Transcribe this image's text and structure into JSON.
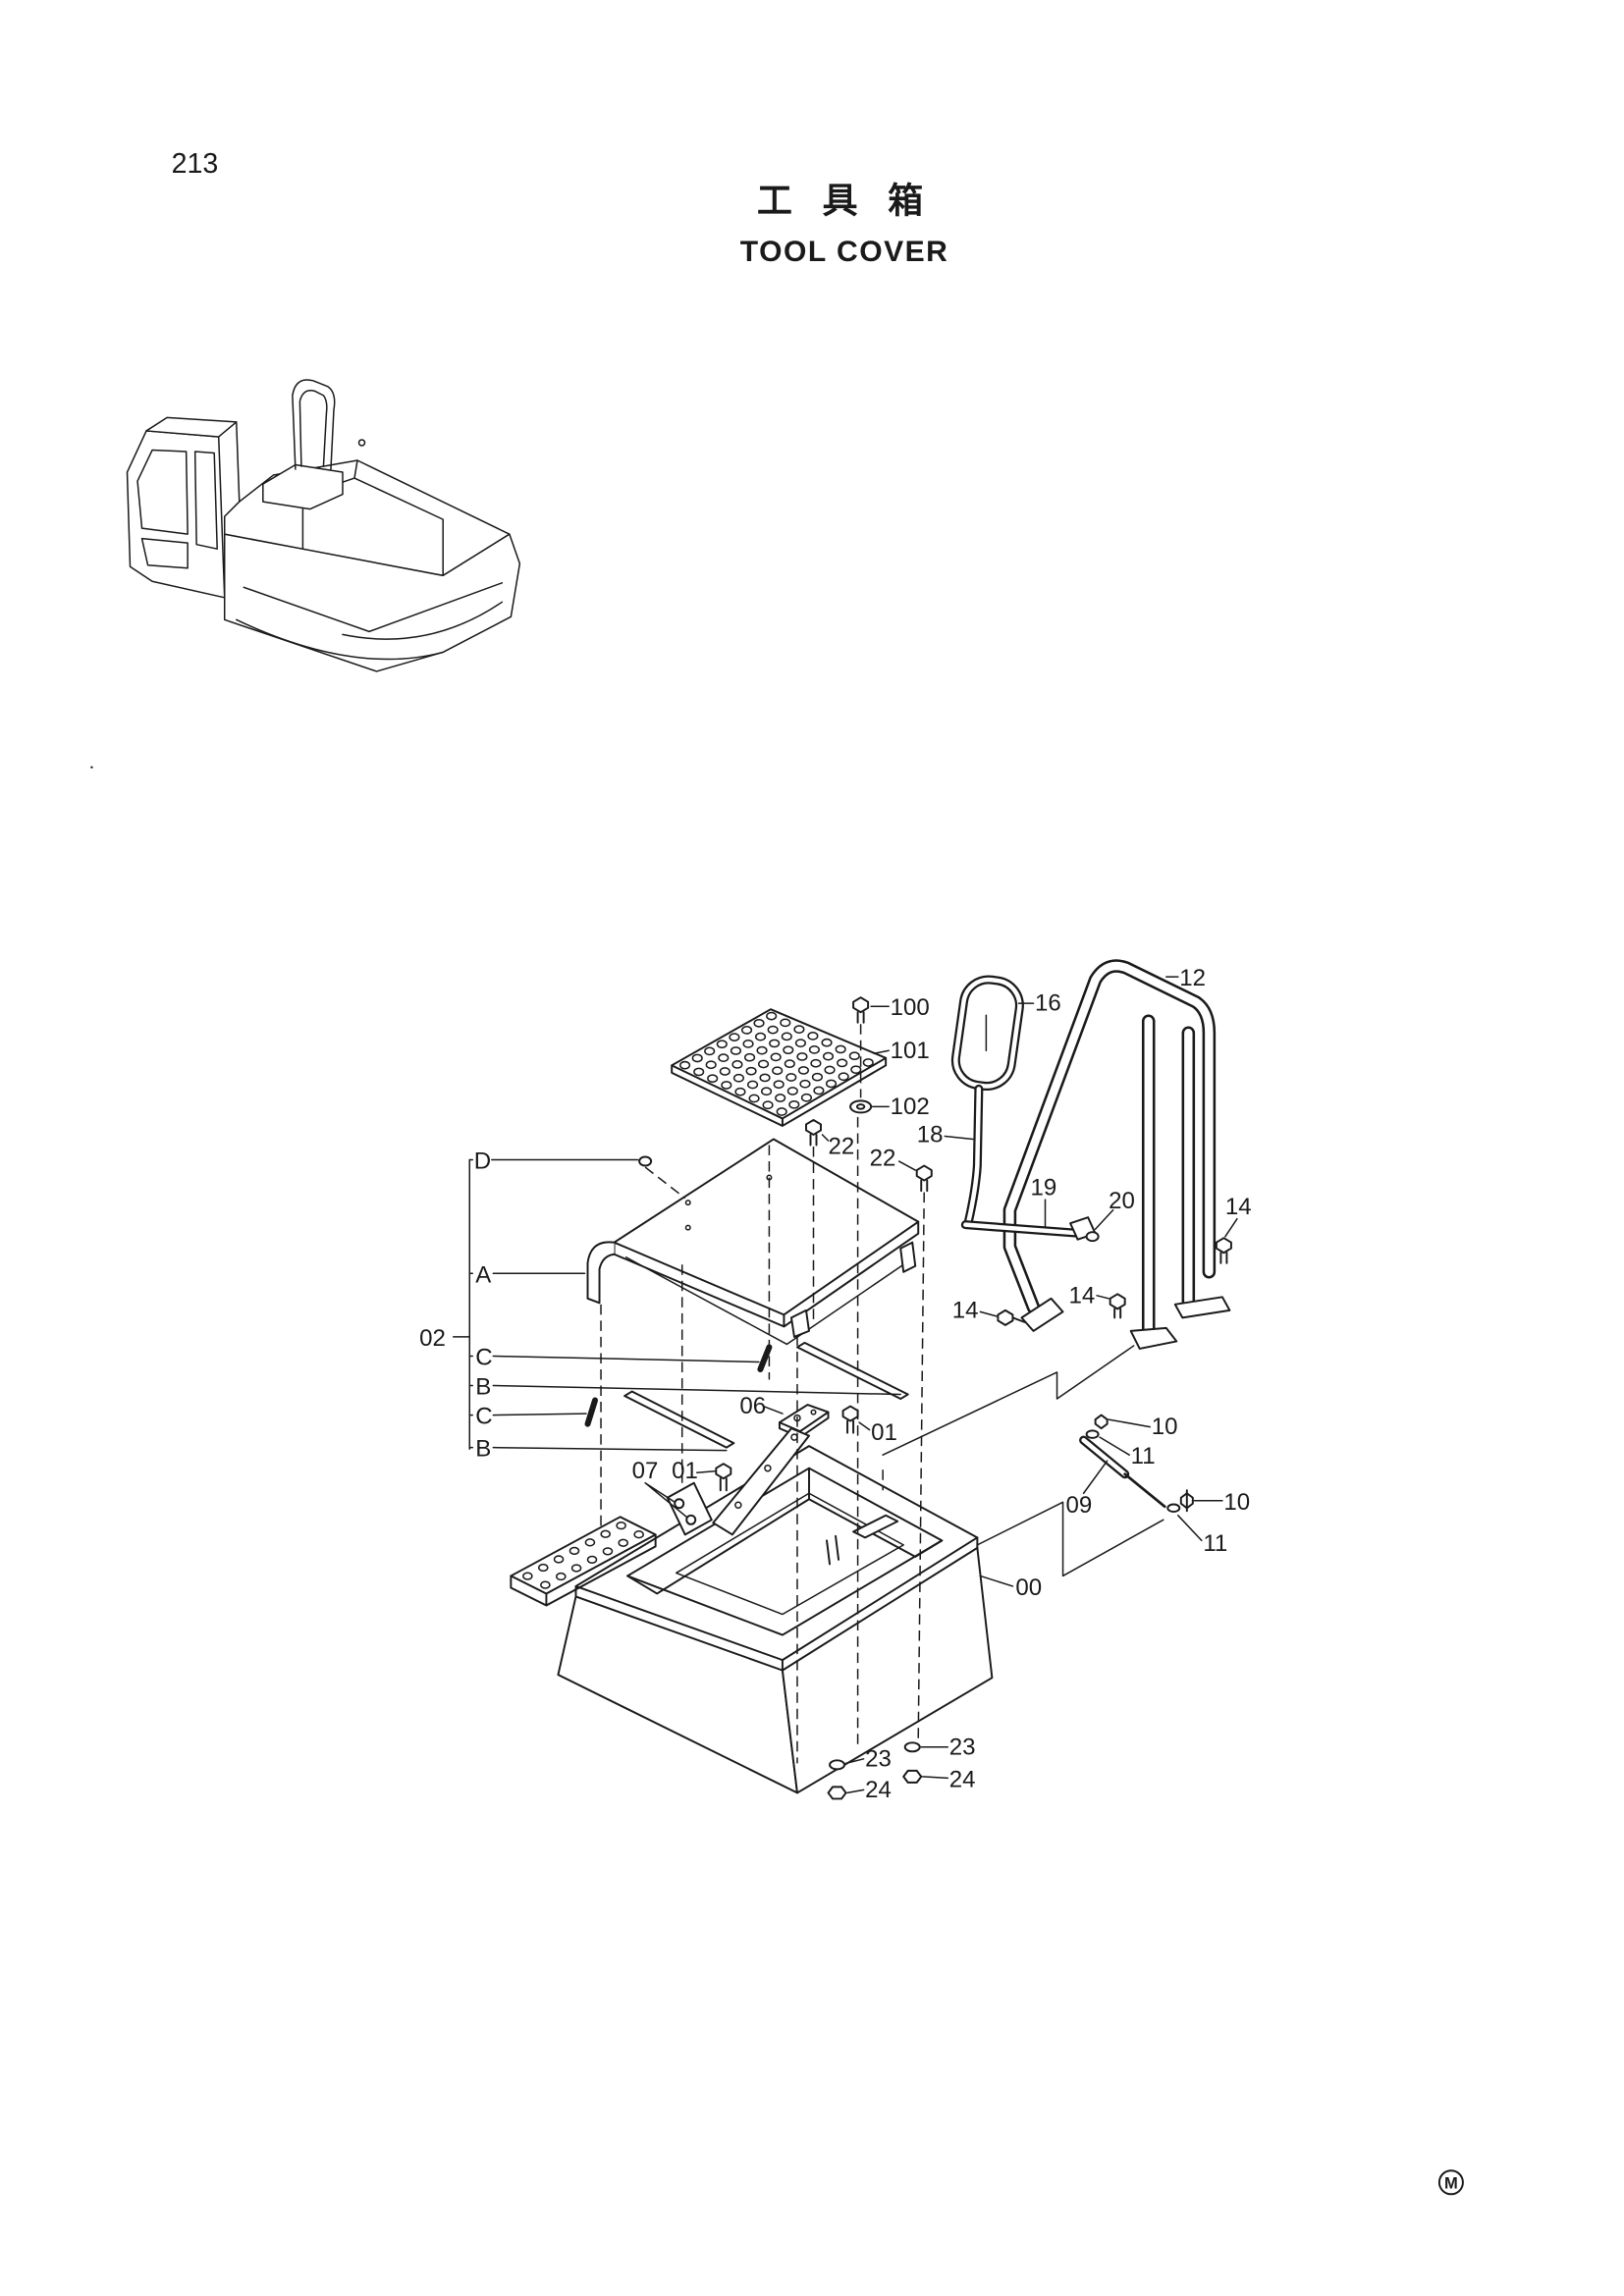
{
  "page": {
    "number": "213"
  },
  "title": {
    "jp": "工 具 箱",
    "en": "TOOL COVER"
  },
  "callouts": [
    "100",
    "16",
    "12",
    "101",
    "102",
    "22",
    "22",
    "18",
    "19",
    "20",
    "14",
    "14",
    "14",
    "D",
    "A",
    "02",
    "C",
    "B",
    "C",
    "B",
    "06",
    "01",
    "07",
    "01",
    "10",
    "11",
    "09",
    "10",
    "11",
    "00",
    "23",
    "23",
    "24",
    "24"
  ],
  "mark": {
    "letter": "M"
  }
}
